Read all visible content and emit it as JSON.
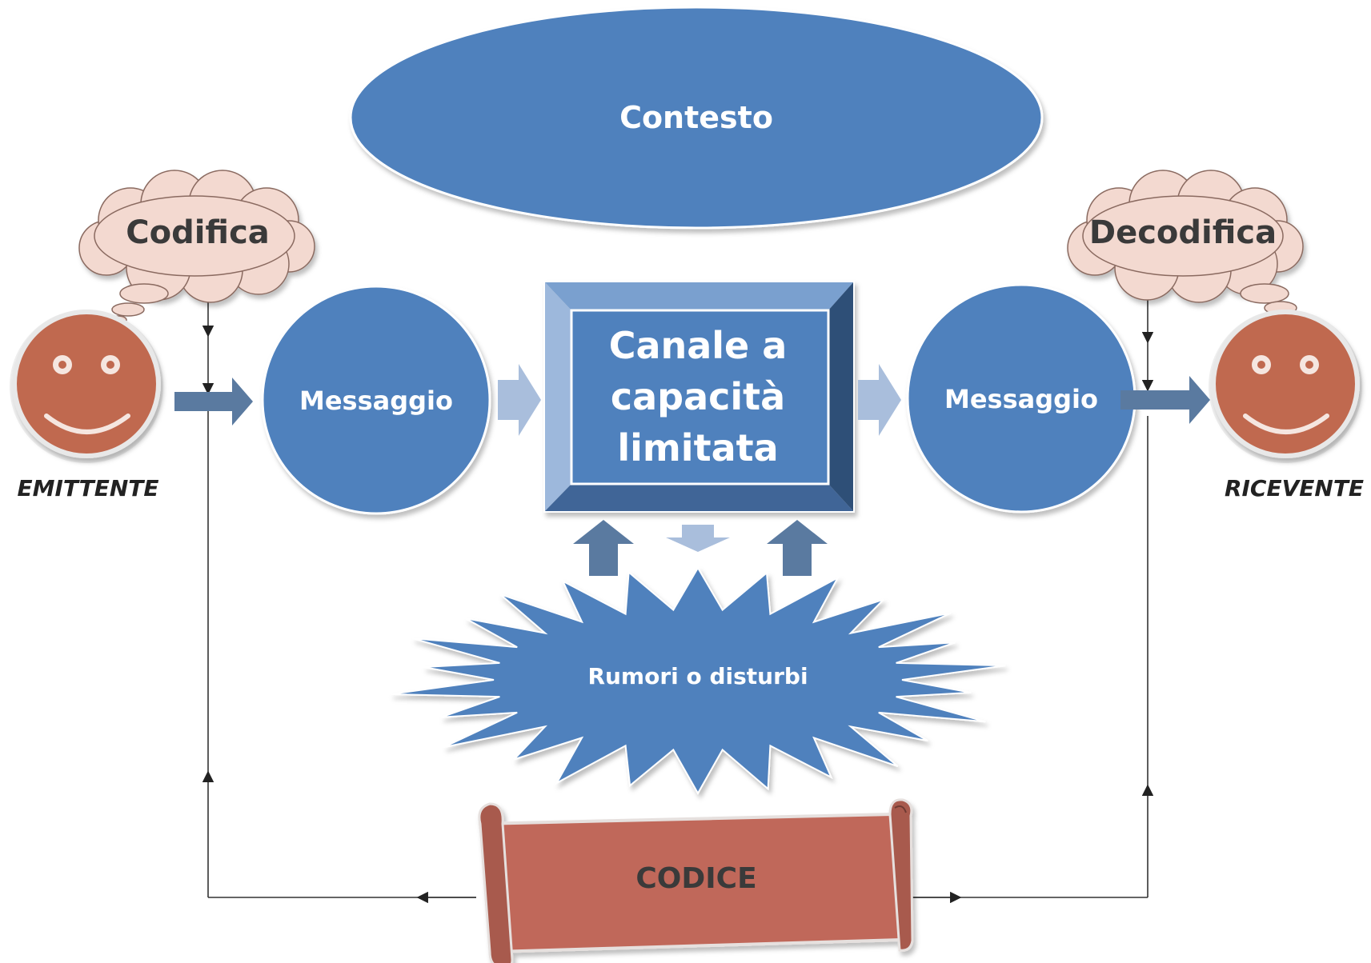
{
  "diagram": {
    "context": "Contesto",
    "encode": "Codifica",
    "decode": "Decodifica",
    "message_left": "Messaggio",
    "message_right": "Messaggio",
    "channel": [
      "Canale a",
      "capacità",
      "limitata"
    ],
    "noise": "Rumori o disturbi",
    "code": "CODICE",
    "sender": "EMITTENTE",
    "receiver": "RICEVENTE"
  },
  "colors": {
    "blue": "#4F81BD",
    "blue_light": "#A9BEDC",
    "blue_dark": "#2F4F77",
    "arrow_slate": "#5A7AA0",
    "face": "#C0694F",
    "cloud": "#F3D9D0",
    "scroll": "#C0675A"
  }
}
